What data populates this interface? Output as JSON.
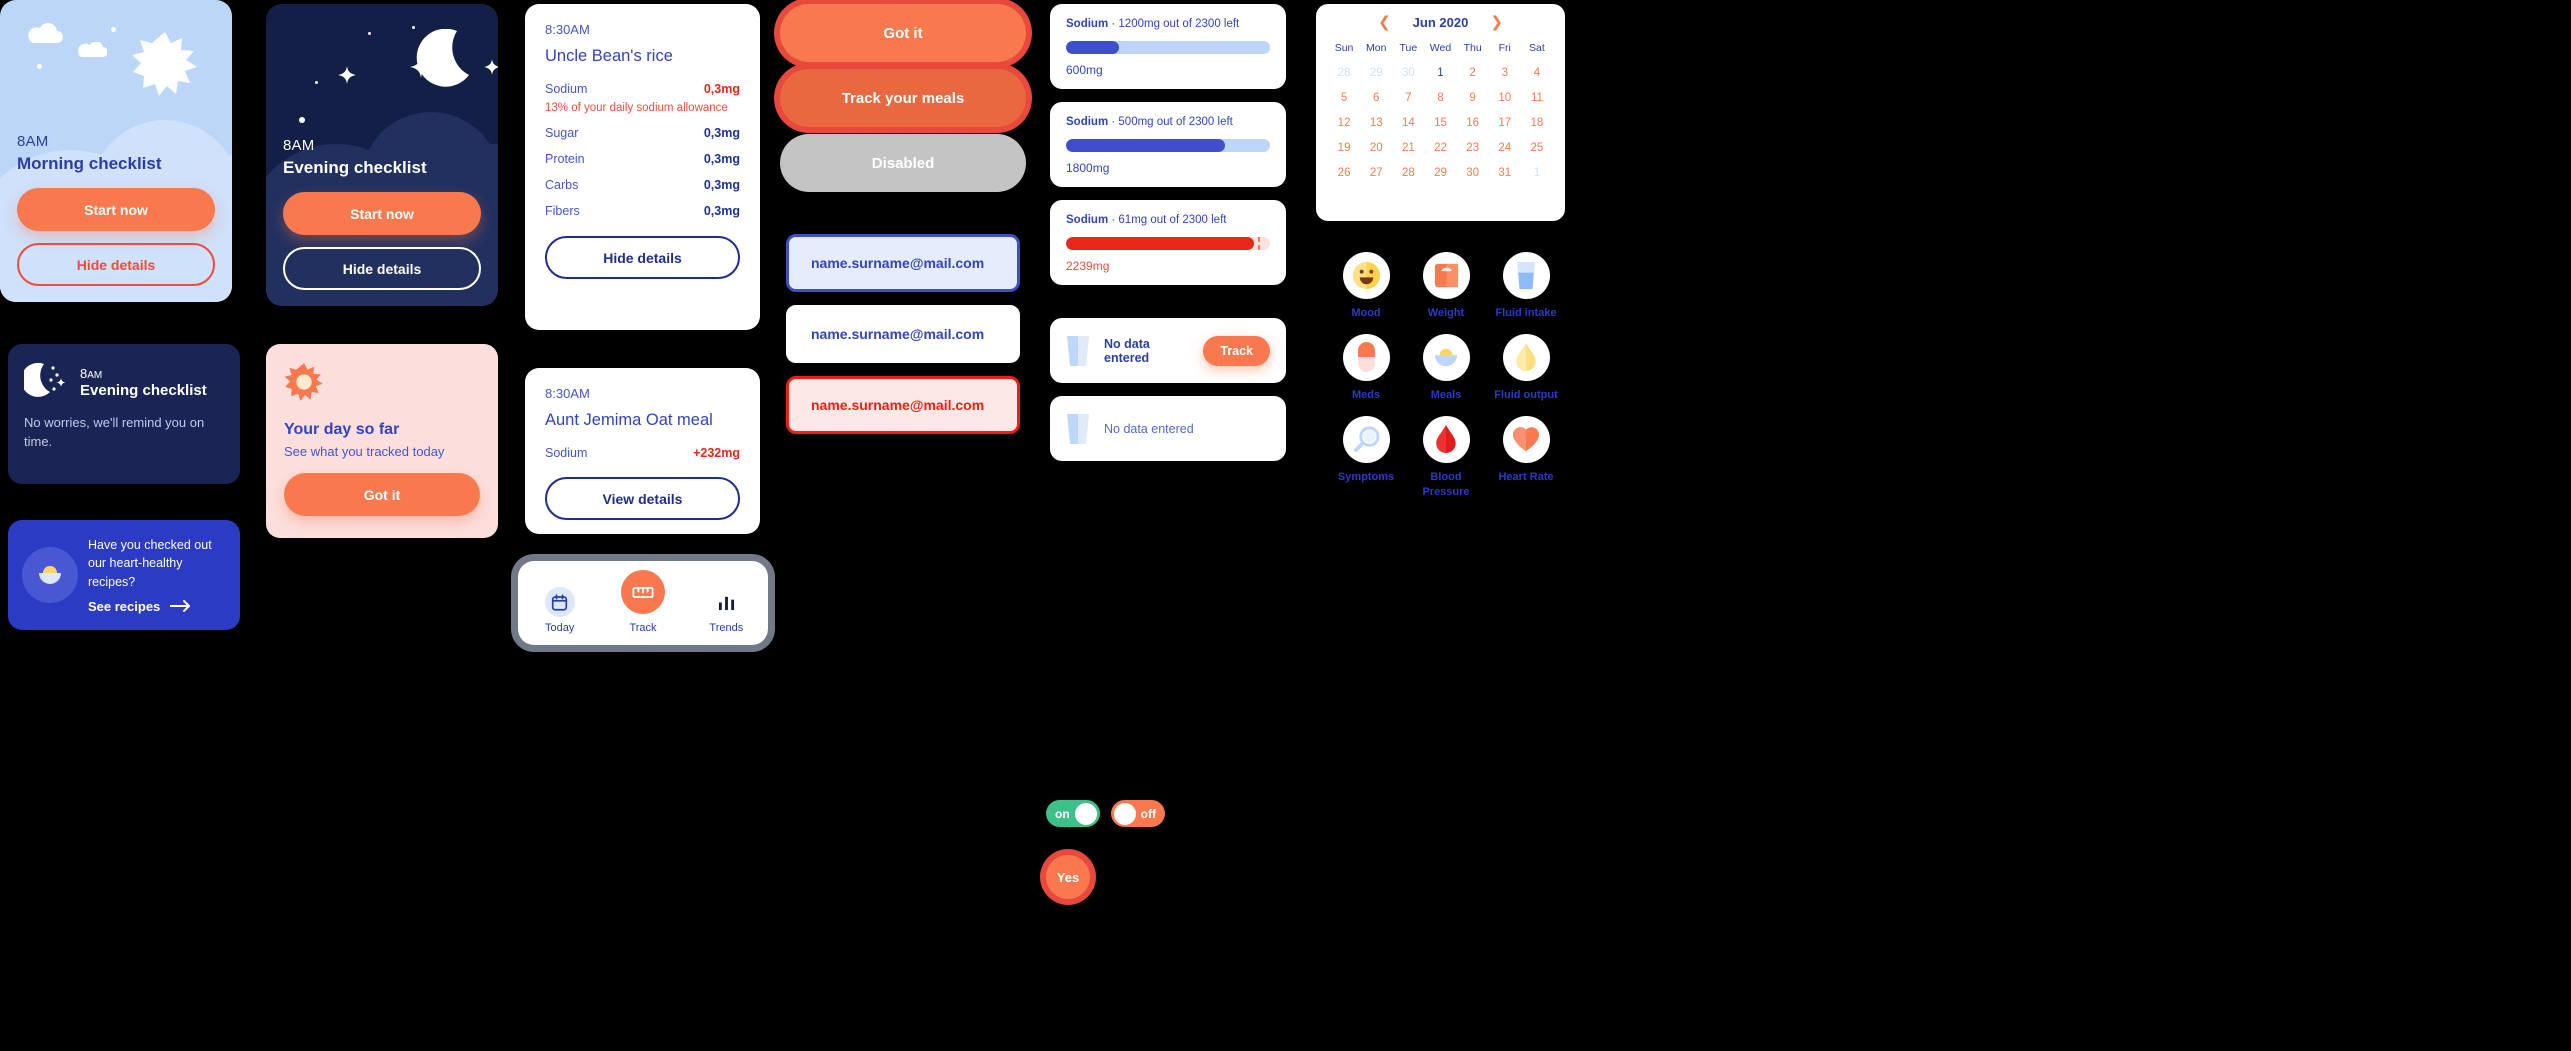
{
  "morning_card": {
    "time": "8AM",
    "title": "Morning checklist",
    "primary_label": "Start now",
    "secondary_label": "Hide details",
    "icon": "sun-icon",
    "bg_color": "#bcd6f7",
    "accent_color": "#f9794f"
  },
  "evening_card": {
    "time": "8AM",
    "title": "Evening checklist",
    "primary_label": "Start now",
    "secondary_label": "Hide details",
    "icon": "moon-icon",
    "bg_color": "#141f47"
  },
  "reminder_card": {
    "time_number": "8",
    "time_suffix": "AM",
    "title": "Evening checklist",
    "body": "No worries, we'll remind you on time.",
    "icon": "moon-stars-icon",
    "bg_color": "#1b2555"
  },
  "recipes_card": {
    "body": "Have you checked out our heart-healthy recipes?",
    "link_label": "See recipes",
    "link_icon": "arrow-right-icon",
    "icon": "bowl-icon",
    "bg_color": "#2c3bc4"
  },
  "day_so_far_card": {
    "title": "Your day so far",
    "subtitle": "See what you tracked today",
    "button_label": "Got it",
    "icon": "sun-icon",
    "bg_color": "#fcdfdc"
  },
  "meal_card_expanded": {
    "time": "8:30AM",
    "title": "Uncle Bean's rice",
    "note": "13% of your daily sodium allowance",
    "rows": [
      {
        "label": "Sodium",
        "value": "0,3mg",
        "alert": true
      },
      {
        "label": "Sugar",
        "value": "0,3mg",
        "alert": false
      },
      {
        "label": "Protein",
        "value": "0,3mg",
        "alert": false
      },
      {
        "label": "Carbs",
        "value": "0,3mg",
        "alert": false
      },
      {
        "label": "Fibers",
        "value": "0,3mg",
        "alert": false
      }
    ],
    "button_label": "Hide details"
  },
  "meal_card_collapsed": {
    "time": "8:30AM",
    "title": "Aunt Jemima Oat meal",
    "row_label": "Sodium",
    "row_value": "+232mg",
    "button_label": "View details"
  },
  "bottom_nav": {
    "items": [
      {
        "label": "Today",
        "icon": "calendar-icon",
        "active": true
      },
      {
        "label": "Track",
        "icon": "ruler-icon",
        "active": false
      },
      {
        "label": "Trends",
        "icon": "bar-chart-icon",
        "active": false
      }
    ]
  },
  "buttons": {
    "primary_label": "Got it",
    "hover_label": "Track your meals",
    "disabled_label": "Disabled",
    "primary_color": "#f9794f",
    "hover_color": "#e9683f",
    "focus_ring_color": "#e8493c",
    "disabled_color": "#c4c4c4"
  },
  "email_fields": [
    {
      "value": "name.surname@mail.com",
      "state": "focused"
    },
    {
      "value": "name.surname@mail.com",
      "state": "normal"
    },
    {
      "value": "name.surname@mail.com",
      "state": "error"
    }
  ],
  "sodium_cards": [
    {
      "label": "Sodium",
      "separator": " · ",
      "remaining_text": "1200mg out of 2300 left",
      "consumed_text": "600mg",
      "percent": 26,
      "over": false
    },
    {
      "label": "Sodium",
      "separator": " · ",
      "remaining_text": "500mg out of 2300 left",
      "consumed_text": "1800mg",
      "percent": 78,
      "over": false
    },
    {
      "label": "Sodium",
      "separator": " · ",
      "remaining_text": "61mg out of 2300 left",
      "consumed_text": "2239mg",
      "percent": 92,
      "over": true
    }
  ],
  "empty_cards": [
    {
      "text": "No data entered",
      "icon": "glass-icon",
      "button_label": "Track",
      "has_button": true
    },
    {
      "text": "No data entered",
      "icon": "glass-icon",
      "button_label": "",
      "has_button": false
    }
  ],
  "toggles": [
    {
      "label": "on",
      "state": "on",
      "color": "#3ec08a"
    },
    {
      "label": "off",
      "state": "off",
      "color": "#f9794f"
    }
  ],
  "round_button": {
    "label": "Yes",
    "color": "#f9794f",
    "ring_color": "#e8493c"
  },
  "calendar": {
    "title": "Jun 2020",
    "prev_icon": "chevron-left-icon",
    "next_icon": "chevron-right-icon",
    "weekdays": [
      "Sun",
      "Mon",
      "Tue",
      "Wed",
      "Thu",
      "Fri",
      "Sat"
    ],
    "days": [
      {
        "n": "28",
        "style": "muted"
      },
      {
        "n": "29",
        "style": "muted"
      },
      {
        "n": "30",
        "style": "muted"
      },
      {
        "n": "1",
        "style": "navy"
      },
      {
        "n": "2",
        "style": "orange"
      },
      {
        "n": "3",
        "style": "orange"
      },
      {
        "n": "4",
        "style": "orange"
      },
      {
        "n": "5",
        "style": "orange"
      },
      {
        "n": "6",
        "style": "orange"
      },
      {
        "n": "7",
        "style": "orange"
      },
      {
        "n": "8",
        "style": "orange"
      },
      {
        "n": "9",
        "style": "orange"
      },
      {
        "n": "10",
        "style": "orange"
      },
      {
        "n": "11",
        "style": "today"
      },
      {
        "n": "12",
        "style": "orange"
      },
      {
        "n": "13",
        "style": "orange"
      },
      {
        "n": "14",
        "style": "orange"
      },
      {
        "n": "15",
        "style": "orange"
      },
      {
        "n": "16",
        "style": "orange"
      },
      {
        "n": "17",
        "style": "orange"
      },
      {
        "n": "18",
        "style": "orange"
      },
      {
        "n": "19",
        "style": "orange"
      },
      {
        "n": "20",
        "style": "orange"
      },
      {
        "n": "21",
        "style": "orange"
      },
      {
        "n": "22",
        "style": "orange"
      },
      {
        "n": "23",
        "style": "orange"
      },
      {
        "n": "24",
        "style": "orange"
      },
      {
        "n": "25",
        "style": "orange"
      },
      {
        "n": "26",
        "style": "orange"
      },
      {
        "n": "27",
        "style": "orange"
      },
      {
        "n": "28",
        "style": "orange"
      },
      {
        "n": "29",
        "style": "orange"
      },
      {
        "n": "30",
        "style": "orange"
      },
      {
        "n": "31",
        "style": "orange"
      },
      {
        "n": "1",
        "style": "muted"
      }
    ]
  },
  "icon_grid": [
    {
      "label": "Mood",
      "icon": "smiley-icon"
    },
    {
      "label": "Weight",
      "icon": "scale-icon"
    },
    {
      "label": "Fluid intake",
      "icon": "glass-water-icon"
    },
    {
      "label": "Meds",
      "icon": "pill-icon"
    },
    {
      "label": "Meals",
      "icon": "bowl-icon"
    },
    {
      "label": "Fluid output",
      "icon": "droplet-yellow-icon"
    },
    {
      "label": "Symptoms",
      "icon": "magnifier-icon"
    },
    {
      "label": "Blood Pressure",
      "icon": "blood-drop-icon"
    },
    {
      "label": "Heart Rate",
      "icon": "heart-icon"
    }
  ]
}
